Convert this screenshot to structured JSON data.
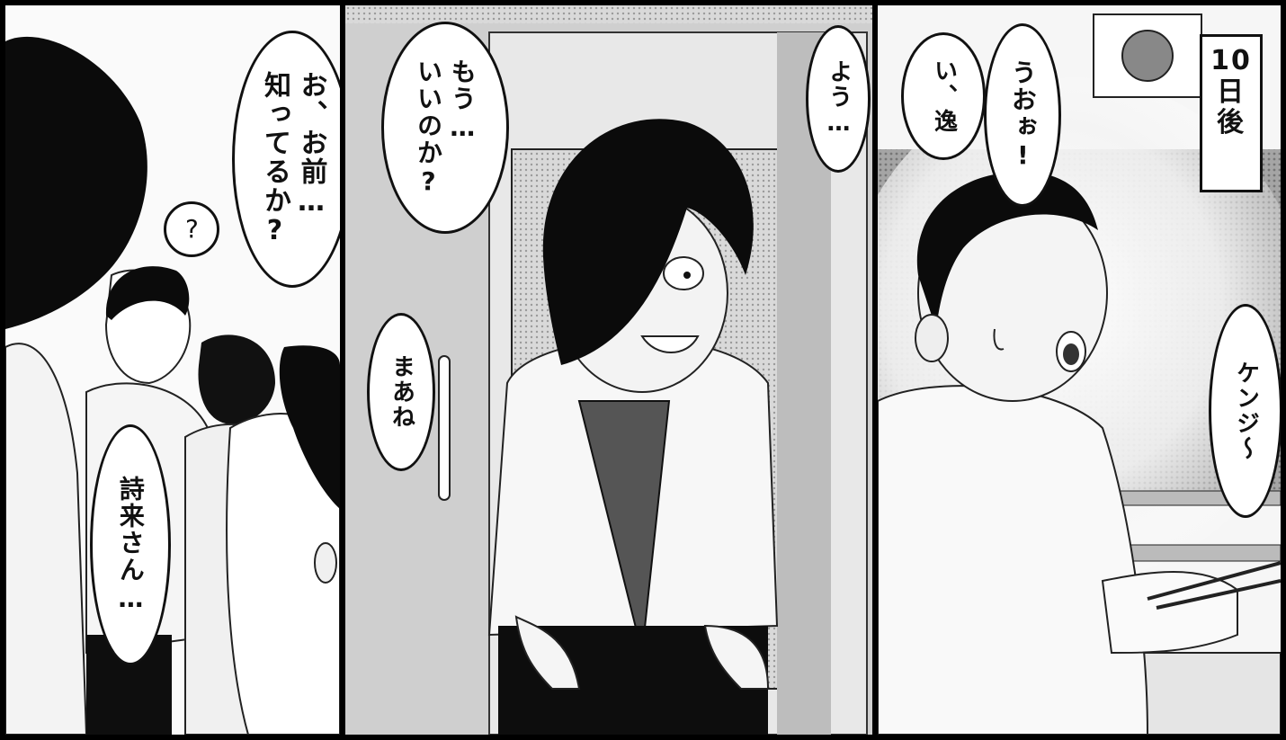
{
  "panels": [
    {
      "name": "left-panel",
      "bubbles": [
        {
          "name": "question-mark-bubble",
          "text": "?"
        },
        {
          "name": "speech-bubble-do-you-know",
          "text": "お、お前…\n知ってるか?"
        },
        {
          "name": "speech-bubble-shiki-san",
          "text": "詩来さん…"
        }
      ]
    },
    {
      "name": "middle-panel",
      "bubbles": [
        {
          "name": "speech-bubble-yo",
          "text": "よう…"
        },
        {
          "name": "speech-bubble-already-ok",
          "text": "もう…\nいいのか?"
        },
        {
          "name": "speech-bubble-maane",
          "text": "まあね"
        }
      ]
    },
    {
      "name": "right-panel",
      "caption": "10\n日\n後",
      "bubbles": [
        {
          "name": "speech-bubble-uoo",
          "text": "うおぉ!"
        },
        {
          "name": "speech-bubble-i-itsu",
          "text": "い、逸"
        },
        {
          "name": "speech-bubble-kenji",
          "text": "ケンジ〜"
        }
      ]
    }
  ]
}
